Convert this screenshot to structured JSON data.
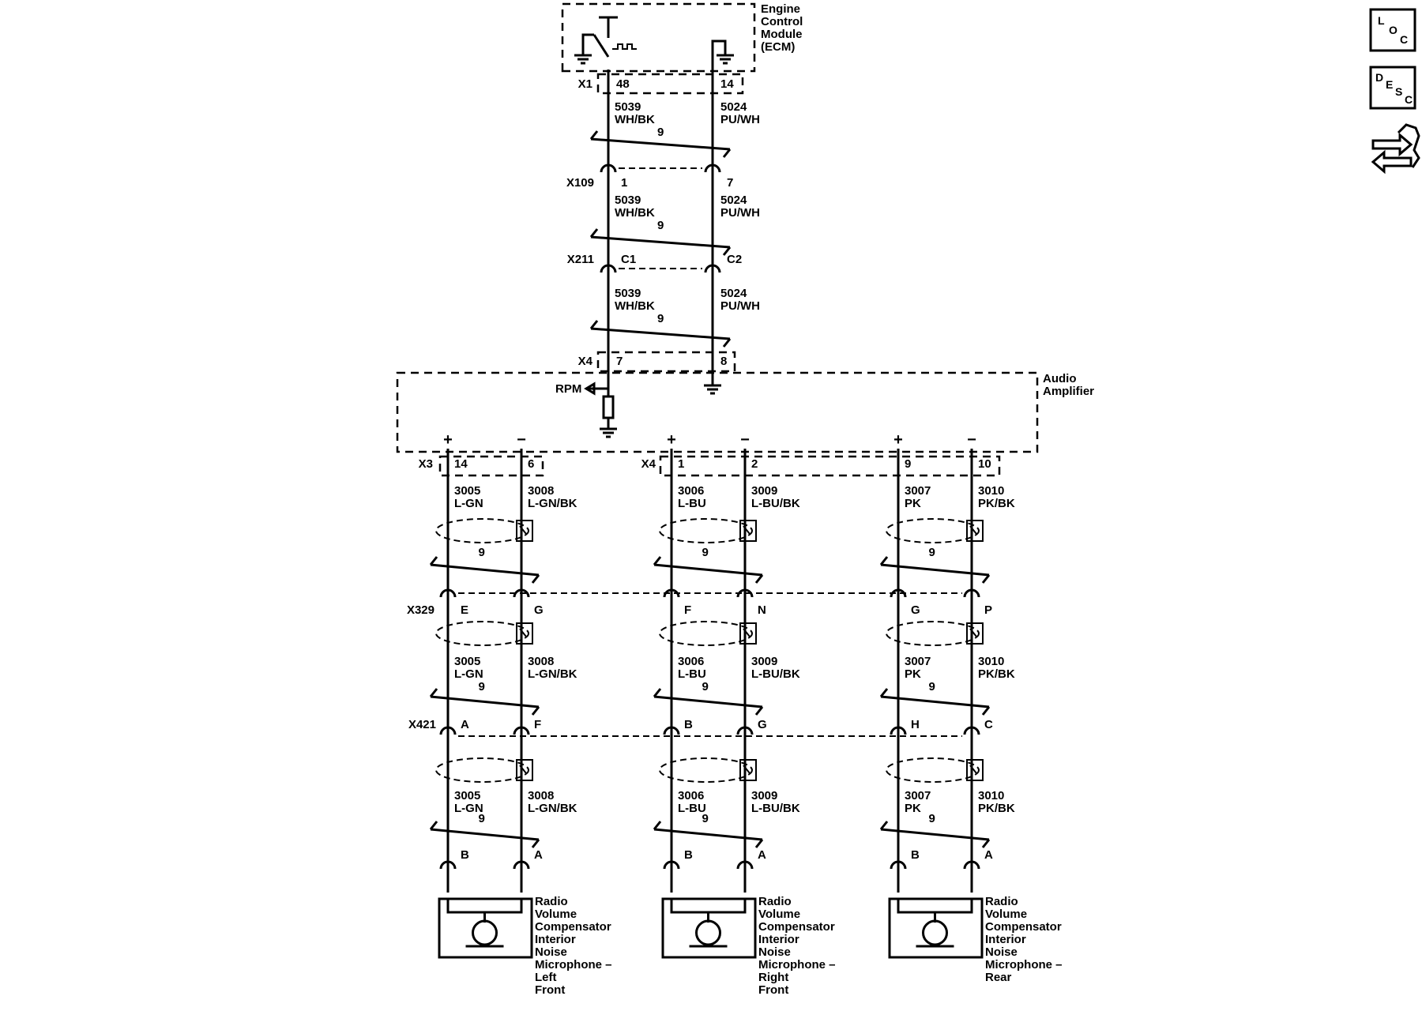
{
  "modules": {
    "ecm": {
      "lines": [
        "Engine",
        "Control",
        "Module",
        "(ECM)"
      ]
    },
    "amplifier": {
      "lines": [
        "Audio",
        "Amplifier"
      ],
      "rpm_label": "RPM"
    }
  },
  "upper_connectors": [
    {
      "id": "X1",
      "left_pin": "48",
      "right_pin": "14"
    },
    {
      "id": "X109",
      "left_pin": "1",
      "right_pin": "7"
    },
    {
      "id": "X211",
      "left_pin": "C1",
      "right_pin": "C2"
    },
    {
      "id": "X4",
      "left_pin": "7",
      "right_pin": "8"
    }
  ],
  "upper_wires": {
    "left": {
      "circuit": "5039",
      "color": "WH/BK"
    },
    "right": {
      "circuit": "5024",
      "color": "PU/WH"
    },
    "twist_label": "9"
  },
  "amp_output_connectors": [
    {
      "id": "X3"
    },
    {
      "id": "X4"
    }
  ],
  "polarity": {
    "plus": "+",
    "minus": "−"
  },
  "inline_connectors": [
    {
      "id": "X329"
    },
    {
      "id": "X421"
    }
  ],
  "channels": [
    {
      "amp_pins": {
        "plus": "14",
        "minus": "6"
      },
      "plus_wire": {
        "circuit": "3005",
        "color": "L-GN"
      },
      "minus_wire": {
        "circuit": "3008",
        "color": "L-GN/BK"
      },
      "x329_pins": {
        "plus": "E",
        "minus": "G"
      },
      "x421_pins": {
        "plus": "A",
        "minus": "F"
      },
      "mic_pins": {
        "plus": "B",
        "minus": "A"
      },
      "twist_label": "9",
      "microphone_lines": [
        "Radio",
        "Volume",
        "Compensator",
        "Interior",
        "Noise",
        "Microphone –",
        "Left",
        "Front"
      ]
    },
    {
      "amp_pins": {
        "plus": "1",
        "minus": "2"
      },
      "plus_wire": {
        "circuit": "3006",
        "color": "L-BU"
      },
      "minus_wire": {
        "circuit": "3009",
        "color": "L-BU/BK"
      },
      "x329_pins": {
        "plus": "F",
        "minus": "N"
      },
      "x421_pins": {
        "plus": "B",
        "minus": "G"
      },
      "mic_pins": {
        "plus": "B",
        "minus": "A"
      },
      "twist_label": "9",
      "microphone_lines": [
        "Radio",
        "Volume",
        "Compensator",
        "Interior",
        "Noise",
        "Microphone –",
        "Right",
        "Front"
      ]
    },
    {
      "amp_pins": {
        "plus": "9",
        "minus": "10"
      },
      "plus_wire": {
        "circuit": "3007",
        "color": "PK"
      },
      "minus_wire": {
        "circuit": "3010",
        "color": "PK/BK"
      },
      "x329_pins": {
        "plus": "G",
        "minus": "P"
      },
      "x421_pins": {
        "plus": "H",
        "minus": "C"
      },
      "mic_pins": {
        "plus": "B",
        "minus": "A"
      },
      "twist_label": "9",
      "microphone_lines": [
        "Radio",
        "Volume",
        "Compensator",
        "Interior",
        "Noise",
        "Microphone –",
        "Rear"
      ]
    }
  ],
  "side_icons": [
    {
      "name": "loc-icon",
      "letters": [
        "L",
        "O",
        "C"
      ]
    },
    {
      "name": "desc-icon",
      "letters": [
        "D",
        "E",
        "S",
        "C"
      ]
    },
    {
      "name": "connector-view-icon"
    }
  ]
}
